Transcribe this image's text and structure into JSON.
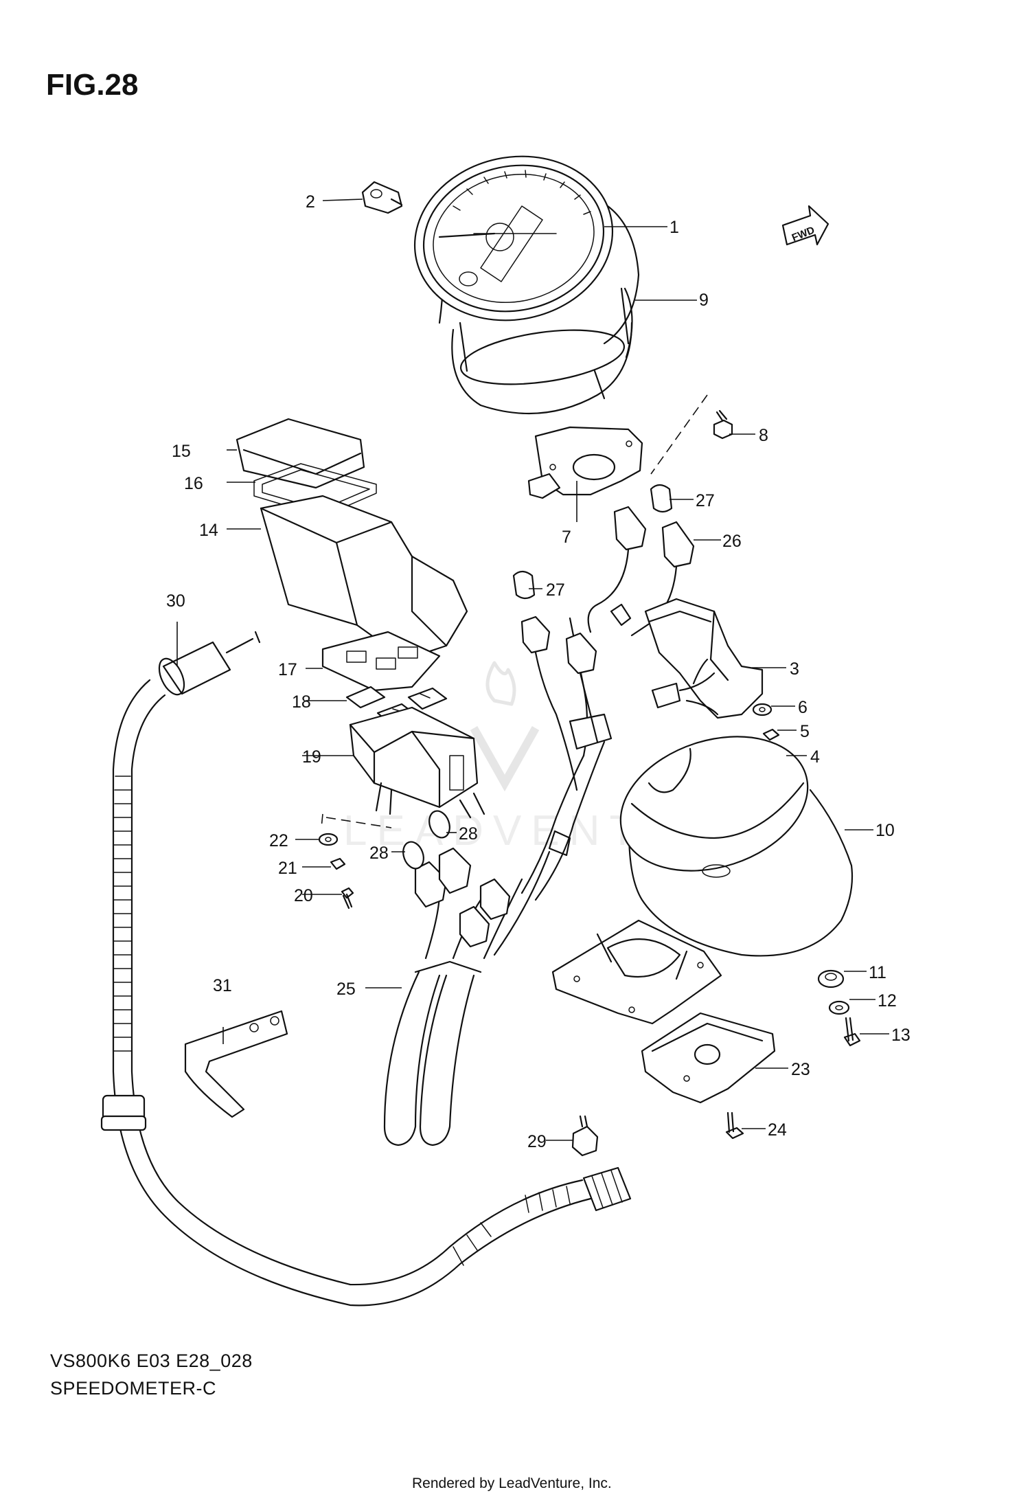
{
  "figure": {
    "label": "FIG.28",
    "model_code": "VS800K6 E03 E28_028",
    "section_name": "SPEEDOMETER-C",
    "credit": "Rendered by LeadVenture, Inc.",
    "direction_marker": "FWD",
    "watermark_text": "LEADVENTURE"
  },
  "callouts": [
    {
      "id": "1",
      "part": "speedometer"
    },
    {
      "id": "2",
      "part": "bulb-socket"
    },
    {
      "id": "3",
      "part": "indicator-housing"
    },
    {
      "id": "4",
      "part": "screw"
    },
    {
      "id": "5",
      "part": "washer"
    },
    {
      "id": "6",
      "part": "washer"
    },
    {
      "id": "7",
      "part": "clamp"
    },
    {
      "id": "8",
      "part": "bolt"
    },
    {
      "id": "9",
      "part": "speedometer-case"
    },
    {
      "id": "10",
      "part": "speedometer-cover"
    },
    {
      "id": "11",
      "part": "grommet"
    },
    {
      "id": "12",
      "part": "washer"
    },
    {
      "id": "13",
      "part": "bolt"
    },
    {
      "id": "14",
      "part": "indicator-lamp-case"
    },
    {
      "id": "15",
      "part": "lens"
    },
    {
      "id": "16",
      "part": "gasket"
    },
    {
      "id": "17",
      "part": "plate"
    },
    {
      "id": "18",
      "part": "indicator-plate"
    },
    {
      "id": "19",
      "part": "indicator-holder"
    },
    {
      "id": "20",
      "part": "screw"
    },
    {
      "id": "21",
      "part": "washer"
    },
    {
      "id": "22",
      "part": "washer"
    },
    {
      "id": "23",
      "part": "bracket"
    },
    {
      "id": "24",
      "part": "screw"
    },
    {
      "id": "25",
      "part": "wiring-harness"
    },
    {
      "id": "26",
      "part": "socket-assy"
    },
    {
      "id": "27",
      "part": "bulb"
    },
    {
      "id": "28",
      "part": "bulb"
    },
    {
      "id": "29",
      "part": "bolt"
    },
    {
      "id": "30",
      "part": "speedometer-cable"
    },
    {
      "id": "31",
      "part": "clamp"
    }
  ],
  "colors": {
    "ink": "#111111",
    "paper": "#ffffff",
    "watermark": "#ededed"
  }
}
